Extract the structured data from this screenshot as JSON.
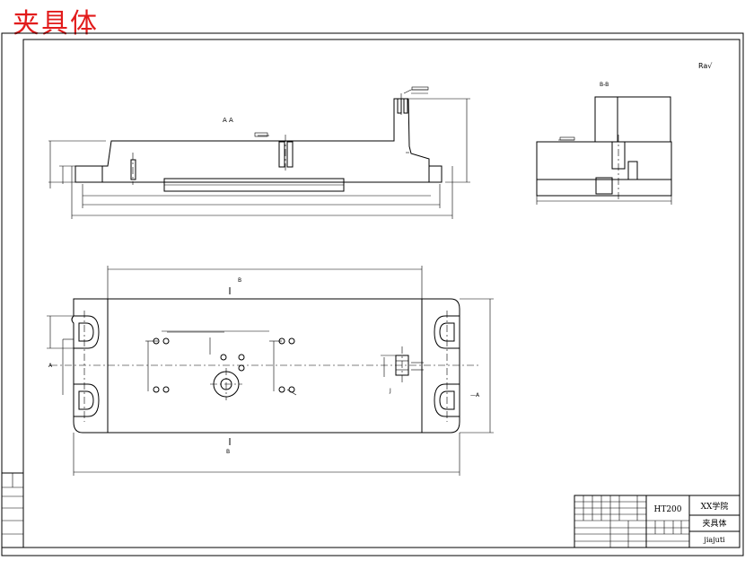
{
  "drawing": {
    "title": "夹具体",
    "roughness_symbol": "Ra√",
    "section_aa_label": "A A",
    "section_bb_label": "B-B",
    "view_label_b": "B",
    "view_label_a": "A",
    "arrow_label_a": "—A",
    "label_j": "J"
  },
  "title_block": {
    "material": "HT200",
    "institution": "XX学院",
    "part_name": "夹具体",
    "drawing_code": "jiajuti"
  },
  "colors": {
    "title_red": "#e21b1b",
    "line": "#000000",
    "background": "#ffffff"
  }
}
